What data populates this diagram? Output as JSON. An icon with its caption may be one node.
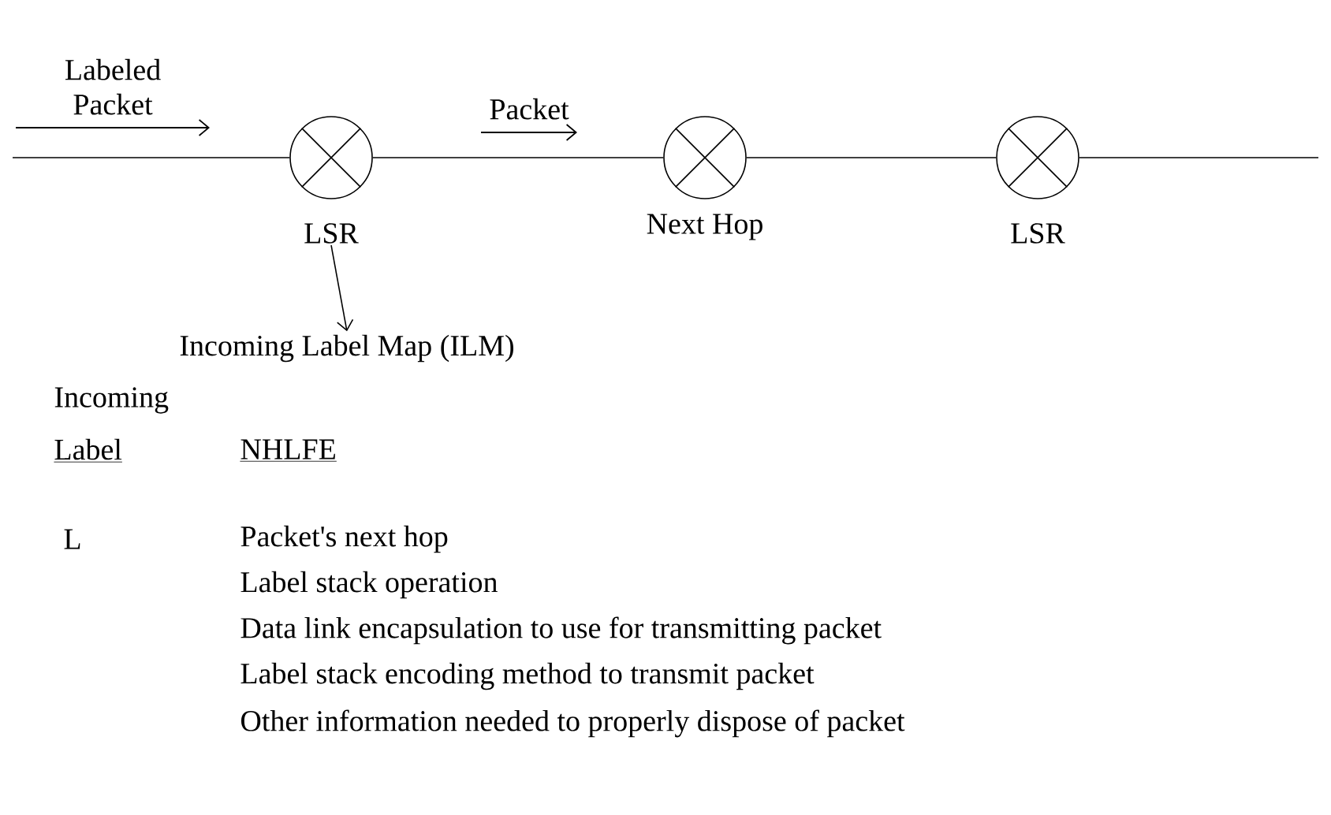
{
  "diagram": {
    "nodes": [
      {
        "text": [
          "LSR"
        ]
      },
      {
        "text": [
          "Next Hop"
        ]
      },
      {
        "text": [
          "LSR"
        ]
      },
      {
        "text": [
          "Incoming Label Map (ILM)"
        ]
      }
    ],
    "edges": [
      {
        "from": null,
        "to": 0,
        "arrow": "none"
      },
      {
        "from": 0,
        "to": 1,
        "arrow": "none"
      },
      {
        "from": 1,
        "to": 2,
        "arrow": "none"
      },
      {
        "from": 2,
        "to": null,
        "arrow": "none"
      },
      {
        "from": 0,
        "to": 3,
        "arrow": "to"
      }
    ],
    "labels": [
      "Labeled Packet",
      "Packet",
      "Incoming",
      "Label",
      "NHLFE",
      "L",
      "Packet's next hop",
      "Label stack operation",
      "Data link encapsulation to use for transmitting packet",
      "Label stack encoding method to transmit packet",
      "Other information needed to properly dispose of packet"
    ]
  }
}
